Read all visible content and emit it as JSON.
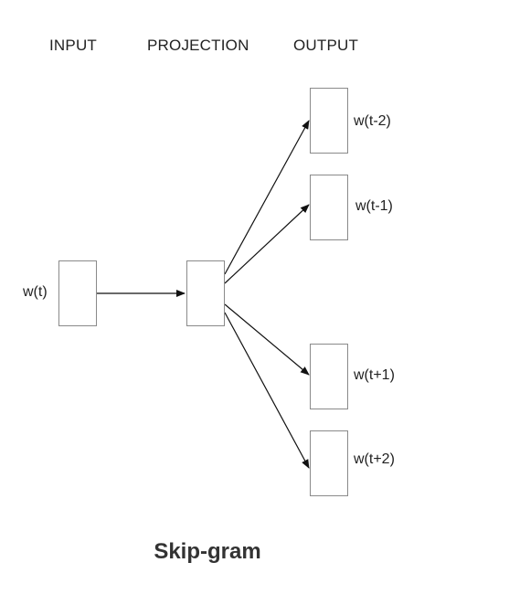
{
  "headers": {
    "input": "INPUT",
    "projection": "PROJECTION",
    "output": "OUTPUT"
  },
  "input_label": "w(t)",
  "output_labels": [
    "w(t-2)",
    "w(t-1)",
    "w(t+1)",
    "w(t+2)"
  ],
  "title": "Skip-gram",
  "colors": {
    "box_border": "#8a8a8a",
    "arrow": "#111111",
    "text": "#222222"
  }
}
